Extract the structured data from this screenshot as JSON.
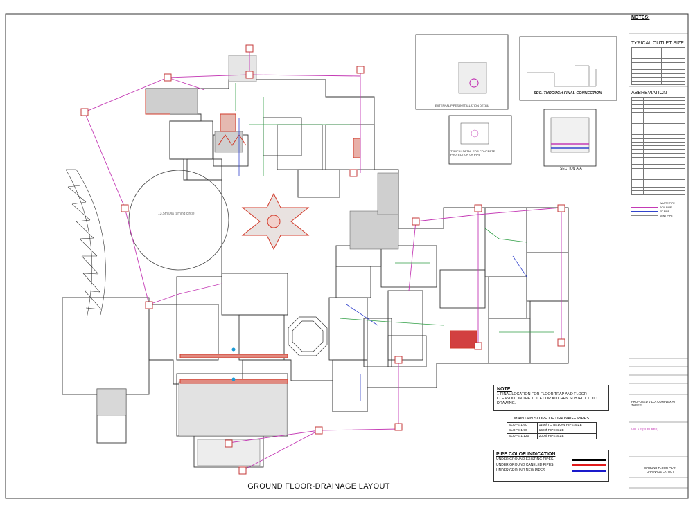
{
  "plan_title": "GROUND FLOOR-DRAINAGE LAYOUT",
  "circle_label": "13.5m Dia turning circle",
  "details": {
    "external_pipe": "EXTERNAL PIPES INSTALLATION DETAIL",
    "final_connection": "SEC. THROUGH FINAL CONNECTION",
    "concrete_protection": "TYPICAL DETAIL FOR CONCRETE PROTECTION OF PIPE",
    "section": "SECTION A-A"
  },
  "title_block": {
    "notes_heading": "NOTES:",
    "typical_outlet_size": "TYPICAL OUTLET SIZE",
    "abbreviation": "ABBREVIATION",
    "legend": [
      {
        "label": "WASTE PIPE",
        "color": "#2f9e44"
      },
      {
        "label": "SOIL PIPE",
        "color": "#c43ab5"
      },
      {
        "label": "FD PIPE",
        "color": "#3344cc"
      },
      {
        "label": "VENT PIPE",
        "color": "#888888"
      }
    ],
    "project": "PROPOSED VILLA COMPLEX AT ZA'BEEL",
    "villa": "VILLA 2 (SUBURBS)",
    "drawing": "GROUND FLOOR PLAN DRAINAGE LAYOUT"
  },
  "note": {
    "title": "NOTE:",
    "text": "1-FINAL LOCATION FOR FLOOR TRAP AND FLOOR CLEANOUT IN THE TOILET OR KITCHEN SUBJECT TO ID DRAWING."
  },
  "slope": {
    "title": "MAINTAIN SLOPE OF DRAINAGE PIPES",
    "rows": [
      [
        "SLOPE 1:60",
        "110Ø TO BELOW PIPE SIZE"
      ],
      [
        "SLOPE 1:90",
        "160Ø PIPE SIZE"
      ],
      [
        "SLOPE 1:120",
        "200Ø PIPE SIZE"
      ]
    ]
  },
  "pipe_color": {
    "title": "PIPE COLOR INDICATION",
    "rows": [
      {
        "label": "UNDER GROUND EXISTING PIPES.",
        "color": "#000000"
      },
      {
        "label": "UNDER GROUND CANELED PIPES.",
        "color": "#e01b1b"
      },
      {
        "label": "UNDER GROUND NEW PIPES.",
        "color": "#1a1acc"
      }
    ]
  }
}
